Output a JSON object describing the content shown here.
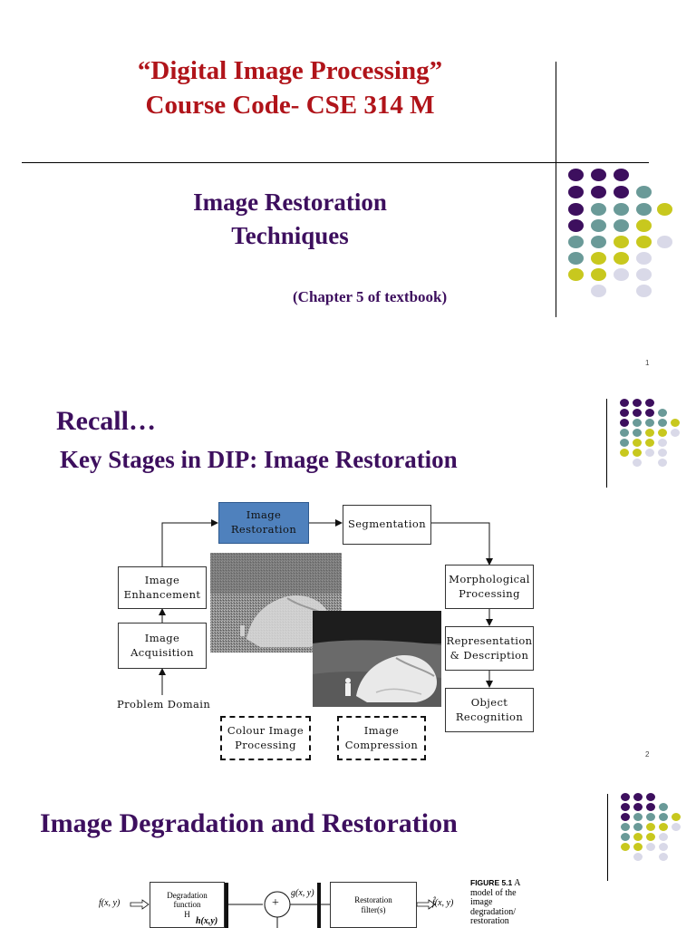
{
  "slide1": {
    "title_line1": "“Digital Image Processing”",
    "title_line2": "Course Code- CSE 314 M",
    "subtitle_line1": "Image Restoration",
    "subtitle_line2": "Techniques",
    "chapter": "(Chapter 5 of textbook)",
    "page_number": "1"
  },
  "slide2": {
    "recall": "Recall…",
    "heading": "Key Stages in DIP: Image Restoration",
    "boxes": {
      "restoration": "Image\nRestoration",
      "segmentation": "Segmentation",
      "enhancement": "Image\nEnhancement",
      "acquisition": "Image\nAcquisition",
      "morphological": "Morphological\nProcessing",
      "representation": "Representation\n& Description",
      "recognition": "Object\nRecognition",
      "colour": "Colour Image\nProcessing",
      "compression": "Image\nCompression"
    },
    "problem_domain": "Problem Domain",
    "page_number": "2"
  },
  "slide3": {
    "heading": "Image Degradation and Restoration",
    "input_label": "f(x, y)",
    "degradation_box": "Degradation\nfunction\nH",
    "h_label": "h(x,y)",
    "plus": "+",
    "g_label": "g(x, y)",
    "restoration_box": "Restoration\nfilter(s)",
    "output_label": "f̂(x, y)",
    "figure_label": "FIGURE 5.1",
    "figure_caption_lead": "A",
    "figure_caption": "model of the\nimage\ndegradation/\nrestoration"
  },
  "colors": {
    "purple": "#3d0f5e",
    "teal": "#6a9a98",
    "yellow": "#c8c81e",
    "lavender": "#d9d9e8",
    "title_red": "#b0141a",
    "box_blue": "#4f81bd"
  }
}
